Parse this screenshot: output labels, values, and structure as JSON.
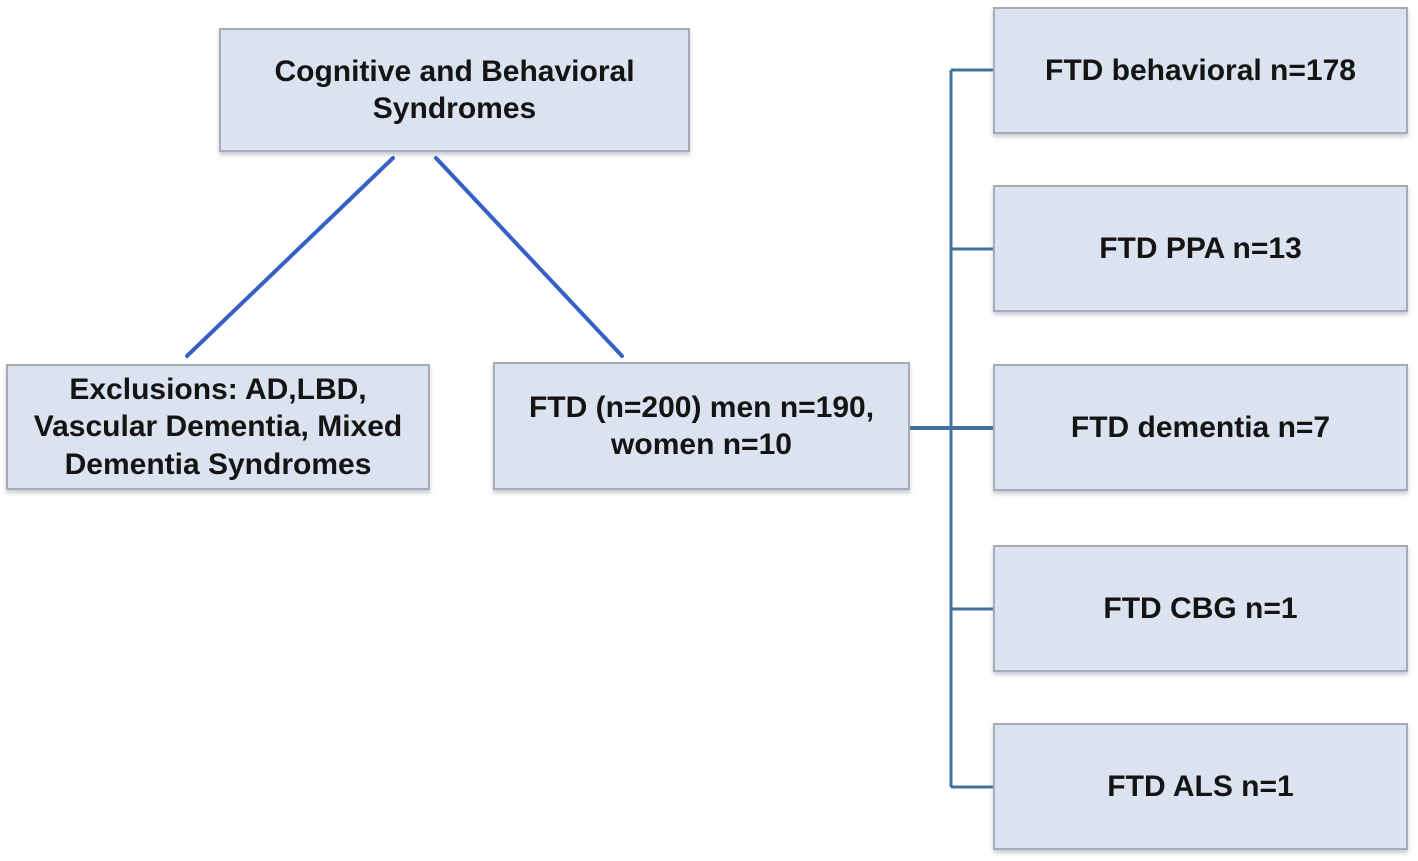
{
  "figure": {
    "type": "flowchart",
    "description": "Cohort selection flow diagram for FTD study"
  },
  "nodes": {
    "root": {
      "lines": [
        "Cognitive and Behavioral",
        "Syndromes"
      ]
    },
    "exclusions": {
      "lines": [
        "Exclusions: AD,LBD,",
        "Vascular Dementia, Mixed",
        "Dementia Syndromes"
      ]
    },
    "ftd": {
      "lines": [
        "FTD (n=200) men n=190,",
        "women n=10"
      ]
    },
    "subtypes": [
      {
        "label": "FTD behavioral n=178"
      },
      {
        "label": "FTD PPA n=13"
      },
      {
        "label": "FTD dementia n=7"
      },
      {
        "label": "FTD CBG n=1"
      },
      {
        "label": "FTD ALS n=1"
      }
    ]
  },
  "colors": {
    "box-fill": "#dbe2f0",
    "box-border": "#a6abb6",
    "text-color": "#141414",
    "diagonal-line": "#3660c4",
    "connector-line": "#41719c"
  }
}
